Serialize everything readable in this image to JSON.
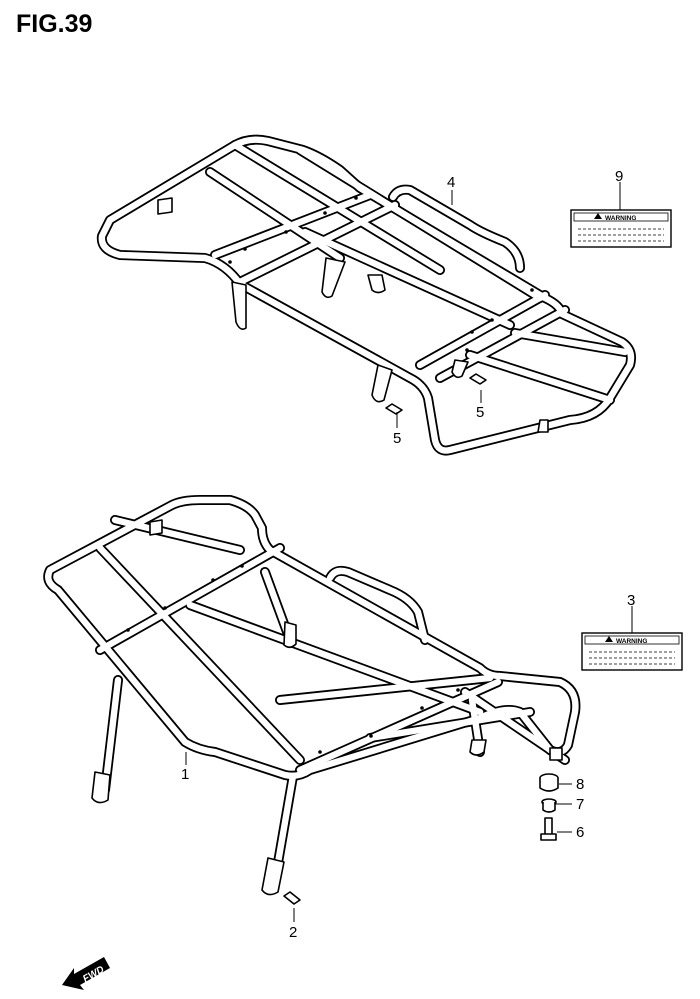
{
  "figure": {
    "title": "FIG.39"
  },
  "callouts": {
    "c1": "1",
    "c2": "2",
    "c3": "3",
    "c4": "4",
    "c5a": "5",
    "c5b": "5",
    "c6": "6",
    "c7": "7",
    "c8": "8",
    "c9": "9"
  },
  "labels": {
    "warning_top": "WARNING",
    "warning_bottom": "WARNING"
  },
  "direction": {
    "fwd": "FWD"
  }
}
